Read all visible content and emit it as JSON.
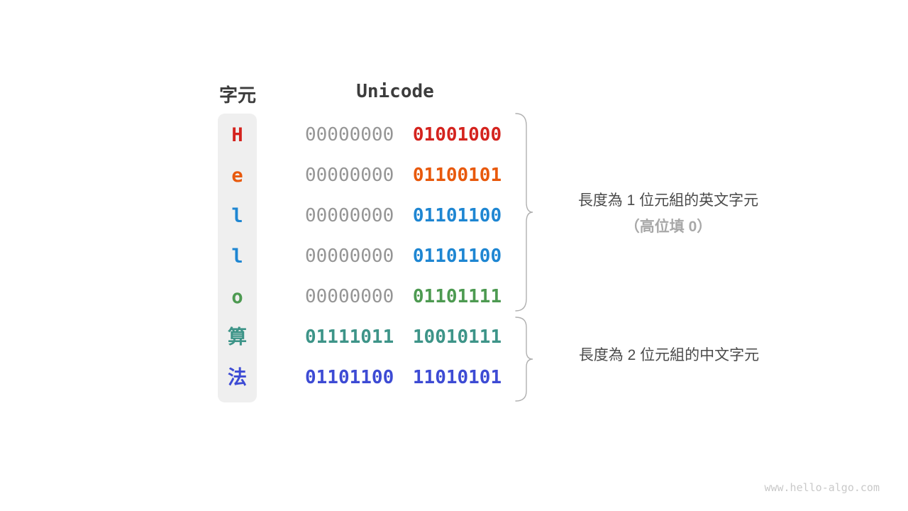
{
  "headers": {
    "char": "字元",
    "unicode": "Unicode"
  },
  "colors": {
    "header_text": "#3C3C3C",
    "char_column_bg": "#EFEFEF",
    "gray_byte": "#959595",
    "brace": "#B0B0B0",
    "annotation_text": "#4A4A4A",
    "annotation_muted": "#A8A8A8",
    "watermark": "#C9C9C9",
    "red": "#D4231E",
    "orange": "#E8590C",
    "blue": "#1E86D2",
    "green": "#4D9A51",
    "teal": "#3D9488",
    "royal_blue": "#3D4BD4"
  },
  "rows": [
    {
      "char": "H",
      "color": "#D4231E",
      "byte1": "00000000",
      "byte1_color": "#959595",
      "byte2": "01001000",
      "byte2_color": "#D4231E"
    },
    {
      "char": "e",
      "color": "#E8590C",
      "byte1": "00000000",
      "byte1_color": "#959595",
      "byte2": "01100101",
      "byte2_color": "#E8590C"
    },
    {
      "char": "l",
      "color": "#1E86D2",
      "byte1": "00000000",
      "byte1_color": "#959595",
      "byte2": "01101100",
      "byte2_color": "#1E86D2"
    },
    {
      "char": "l",
      "color": "#1E86D2",
      "byte1": "00000000",
      "byte1_color": "#959595",
      "byte2": "01101100",
      "byte2_color": "#1E86D2"
    },
    {
      "char": "o",
      "color": "#4D9A51",
      "byte1": "00000000",
      "byte1_color": "#959595",
      "byte2": "01101111",
      "byte2_color": "#4D9A51"
    },
    {
      "char": "算",
      "color": "#3D9488",
      "byte1": "01111011",
      "byte1_color": "#3D9488",
      "byte2": "10010111",
      "byte2_color": "#3D9488"
    },
    {
      "char": "法",
      "color": "#3D4BD4",
      "byte1": "01101100",
      "byte1_color": "#3D4BD4",
      "byte2": "11010101",
      "byte2_color": "#3D4BD4"
    }
  ],
  "annotations": {
    "english": {
      "line1": "長度為 1 位元組的英文字元",
      "line2": "（高位填 0）"
    },
    "chinese": {
      "line1": "長度為 2 位元組的中文字元"
    }
  },
  "watermark": "www.hello-algo.com"
}
